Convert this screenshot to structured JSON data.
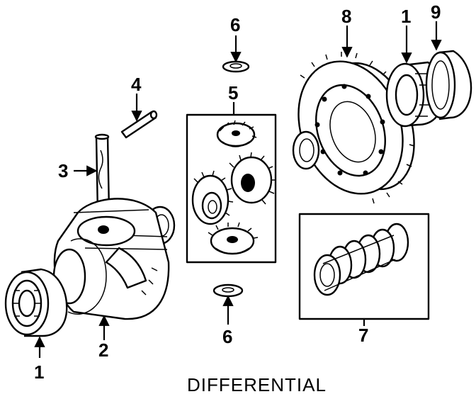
{
  "diagram": {
    "title": "DIFFERENTIAL",
    "callouts": [
      {
        "id": "bearing-left",
        "label": "1"
      },
      {
        "id": "bearing-right",
        "label": "1"
      },
      {
        "id": "case",
        "label": "2"
      },
      {
        "id": "shaft",
        "label": "3"
      },
      {
        "id": "pin",
        "label": "4"
      },
      {
        "id": "gear-kit",
        "label": "5"
      },
      {
        "id": "washer-top",
        "label": "6"
      },
      {
        "id": "washer-bottom",
        "label": "6"
      },
      {
        "id": "seal-kit",
        "label": "7"
      },
      {
        "id": "ring-gear",
        "label": "8"
      },
      {
        "id": "race",
        "label": "9"
      }
    ]
  }
}
